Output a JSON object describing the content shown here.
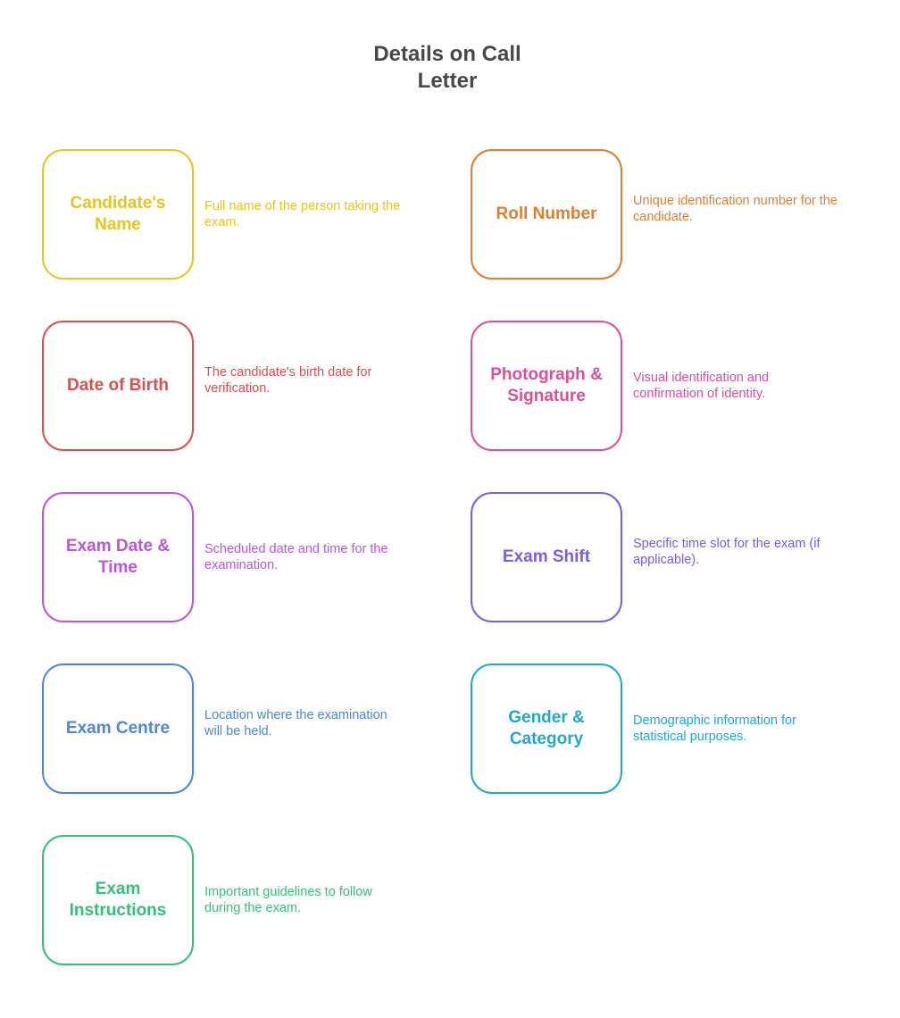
{
  "title": {
    "line1": "Details on Call",
    "line2": "Letter"
  },
  "items": [
    {
      "label": "Candidate's Name",
      "description": "Full name of the person taking the exam.",
      "color": "#e6c619"
    },
    {
      "label": "Roll Number",
      "description": "Unique identification number for the candidate.",
      "color": "#e07f2e"
    },
    {
      "label": "Date of Birth",
      "description": "The candidate's birth date for verification.",
      "color": "#de4e4e"
    },
    {
      "label": "Photograph & Signature",
      "description": "Visual identification and confirmation of identity.",
      "color": "#dc4f9a"
    },
    {
      "label": "Exam Date & Time",
      "description": "Scheduled date and time for the examination.",
      "color": "#bb55dc"
    },
    {
      "label": "Exam Shift",
      "description": "Specific time slot for the exam (if applicable).",
      "color": "#7b5de0"
    },
    {
      "label": "Exam Centre",
      "description": "Location where the examination will be held.",
      "color": "#4d86dd"
    },
    {
      "label": "Gender & Category",
      "description": "Demographic information for statistical purposes.",
      "color": "#1fa9cf"
    },
    {
      "label": "Exam Instructions",
      "description": "Important guidelines to follow during the exam.",
      "color": "#33c07d"
    }
  ]
}
